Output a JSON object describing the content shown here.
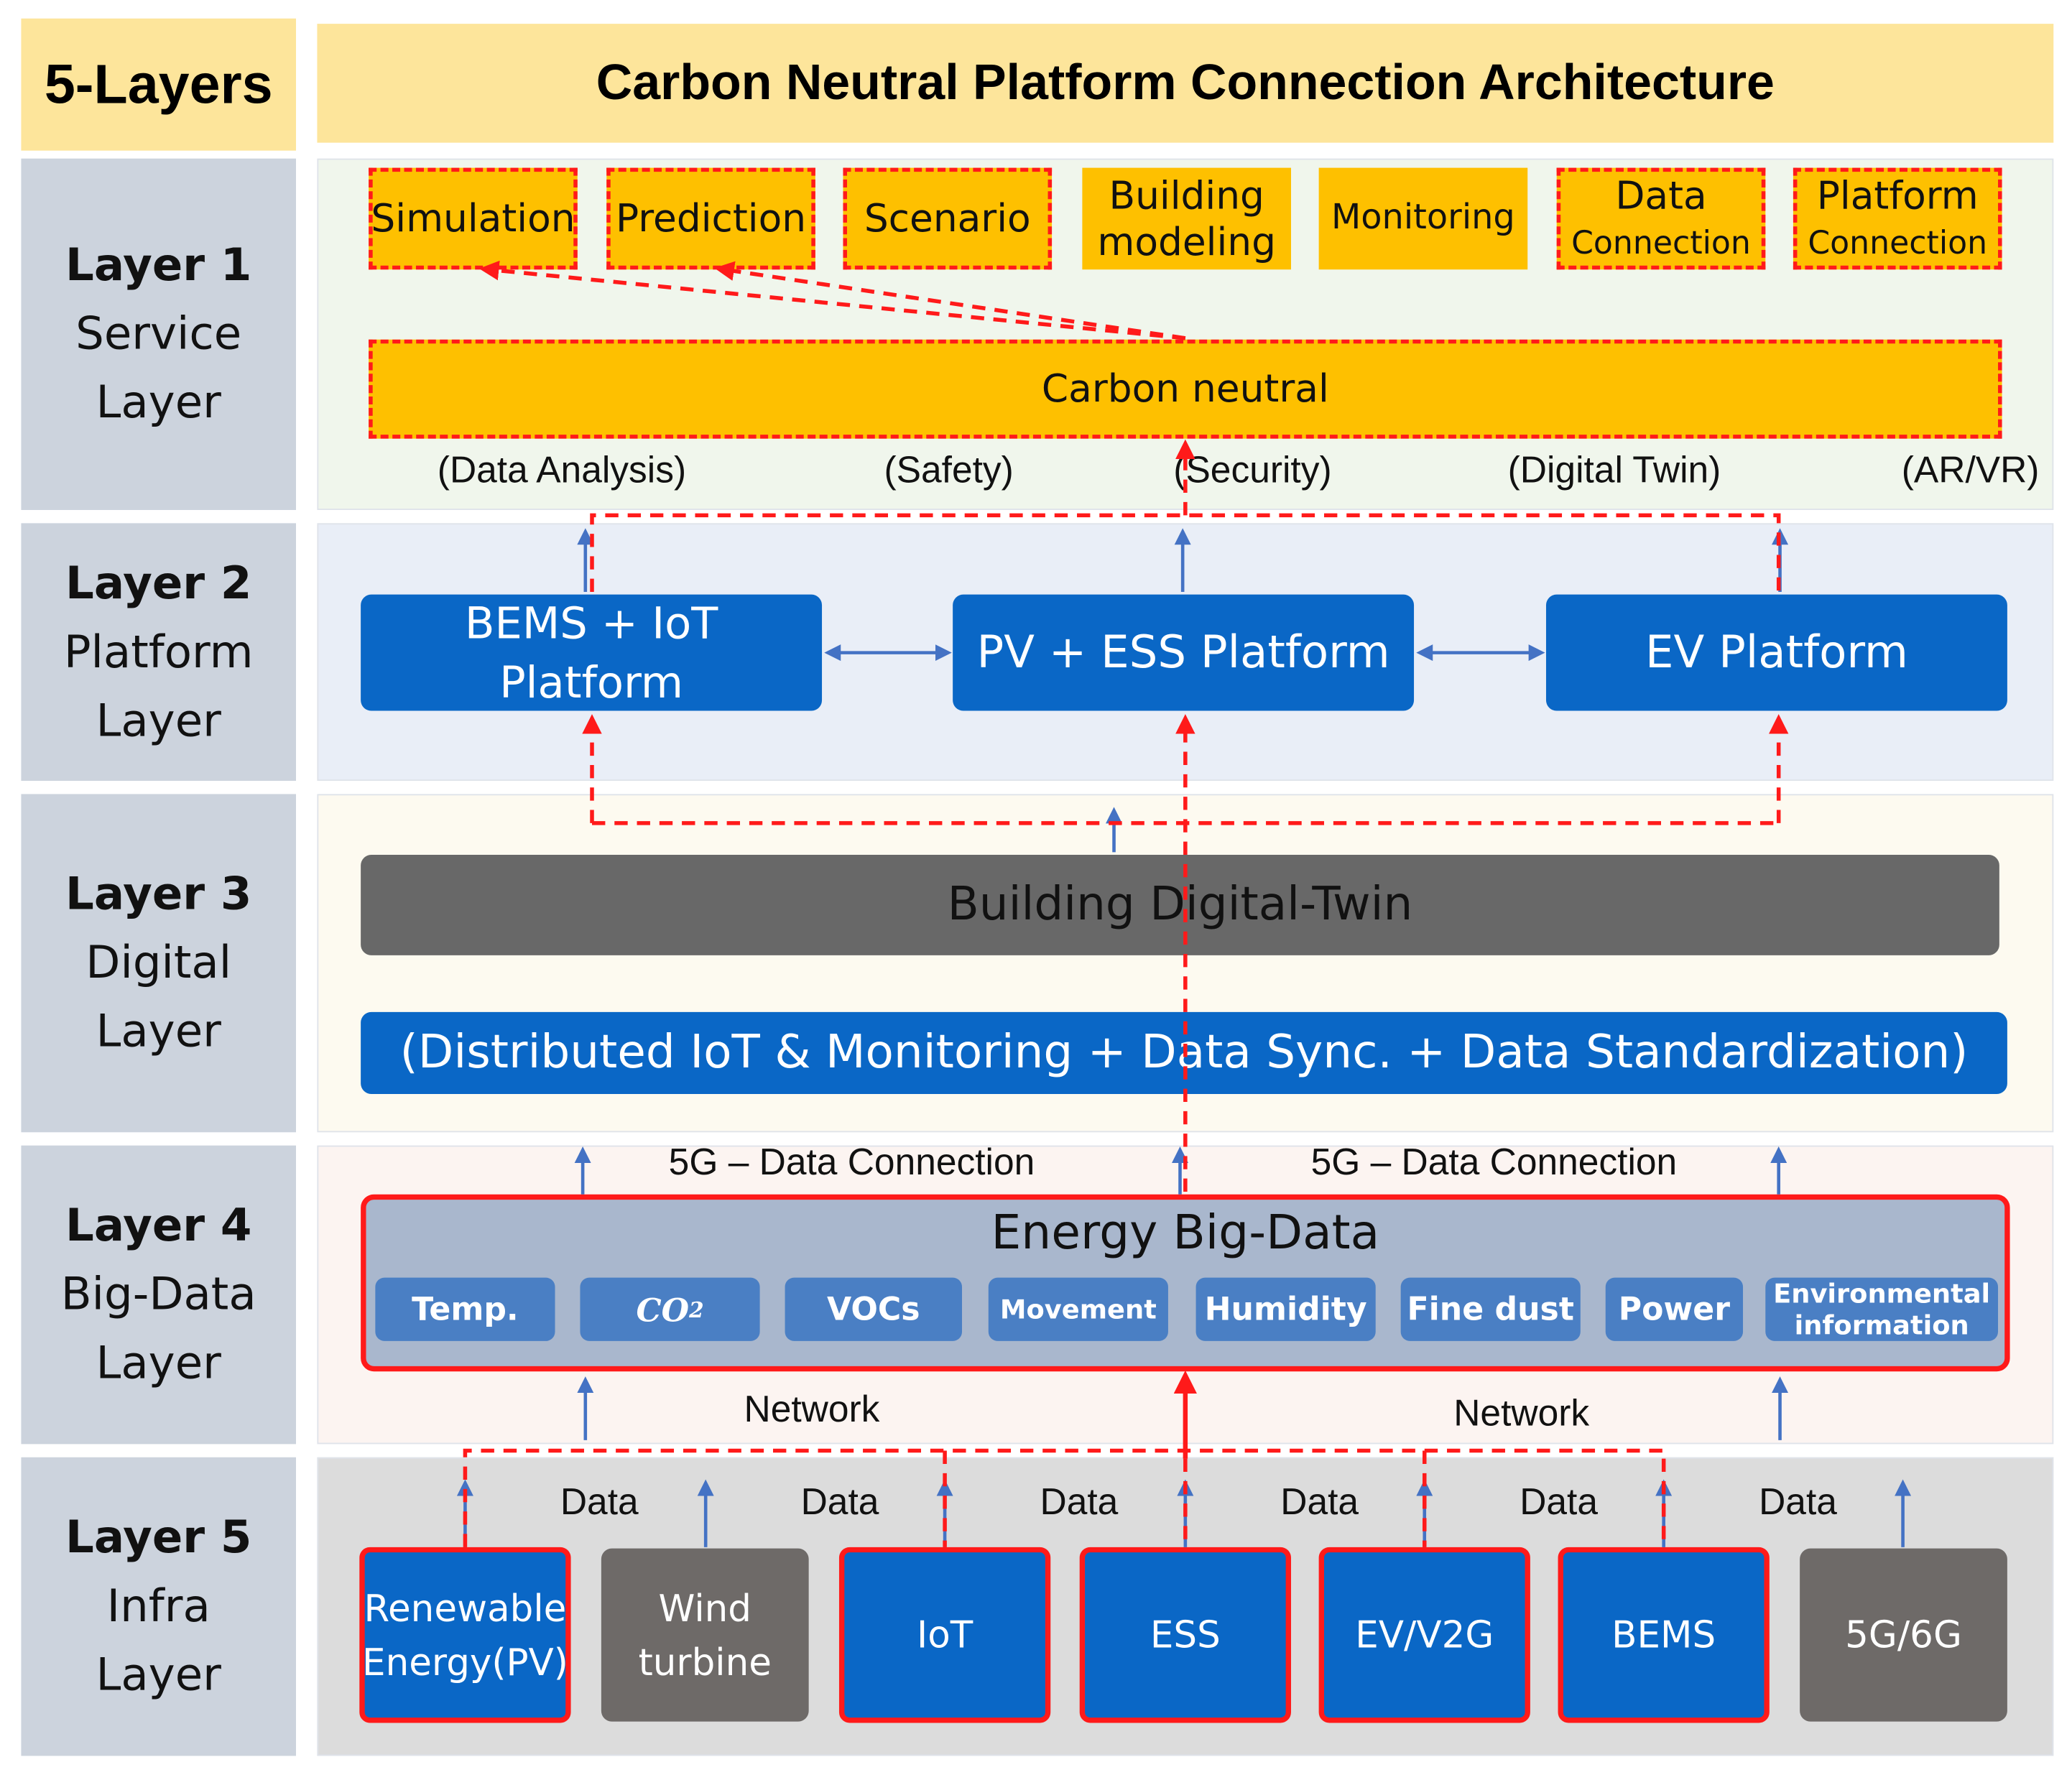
{
  "header": {
    "layers_title": "5-Layers",
    "main_title": "Carbon Neutral Platform Connection Architecture"
  },
  "layers": [
    {
      "num": "Layer 1",
      "name1": "Service",
      "name2": "Layer"
    },
    {
      "num": "Layer 2",
      "name1": "Platform",
      "name2": "Layer"
    },
    {
      "num": "Layer 3",
      "name1": "Digital",
      "name2": "Layer"
    },
    {
      "num": "Layer 4",
      "name1": "Big-Data",
      "name2": "Layer"
    },
    {
      "num": "Layer 5",
      "name1": "Infra",
      "name2": "Layer"
    }
  ],
  "service": {
    "boxes": [
      {
        "line1": "Simulation",
        "line2": ""
      },
      {
        "line1": "Prediction",
        "line2": ""
      },
      {
        "line1": "Scenario",
        "line2": ""
      },
      {
        "line1": "Building",
        "line2": "modeling"
      },
      {
        "line1": "Monitoring",
        "line2": ""
      },
      {
        "line1": "Data",
        "line2": "Connection"
      },
      {
        "line1": "Platform",
        "line2": "Connection"
      }
    ],
    "carbon_neutral": "Carbon neutral",
    "tags": [
      "(Data Analysis)",
      "(Safety)",
      "(Security)",
      "(Digital Twin)",
      "(AR/VR)"
    ]
  },
  "platform": {
    "bems_line1": "BEMS + IoT",
    "bems_line2": "Platform",
    "pv_ess": "PV + ESS Platform",
    "ev": "EV Platform"
  },
  "digital": {
    "twin": "Building Digital-Twin",
    "distributed": "(Distributed IoT & Monitoring + Data Sync. + Data Standardization)"
  },
  "bigdata": {
    "conn_label_1": "5G – Data Connection",
    "conn_label_2": "5G – Data Connection",
    "title": "Energy Big-Data",
    "pills": [
      "Temp.",
      "VOCs",
      "Movement",
      "Humidity",
      "Fine dust",
      "Power"
    ],
    "co2": {
      "base": "CO",
      "sub": "2"
    },
    "env_line1": "Environmental",
    "env_line2": "information",
    "network_1": "Network",
    "network_2": "Network"
  },
  "infra": {
    "data_label": "Data",
    "renew_line1": "Renewable",
    "renew_line2": "Energy(PV)",
    "wind_line1": "Wind",
    "wind_line2": "turbine",
    "iot": "IoT",
    "ess": "ESS",
    "ev_v2g": "EV/V2G",
    "bems": "BEMS",
    "g56": "5G/6G"
  },
  "colors": {
    "header_bg": "#fde59b",
    "side_bg": "#ccd3dd",
    "service_bg": "#f0f6ec",
    "platform_bg": "#e9eef7",
    "digital_bg": "#fdfaf0",
    "bigdata_bg": "#fcf4f1",
    "infra_bg": "#dcdcdc",
    "service_box": "#fec000",
    "blue_box": "#0a67c6",
    "grey_box": "#6e6a68",
    "pill": "#4a7fc4",
    "dashed_red": "#ff1a1a",
    "arrow_blue": "#4472c4"
  }
}
